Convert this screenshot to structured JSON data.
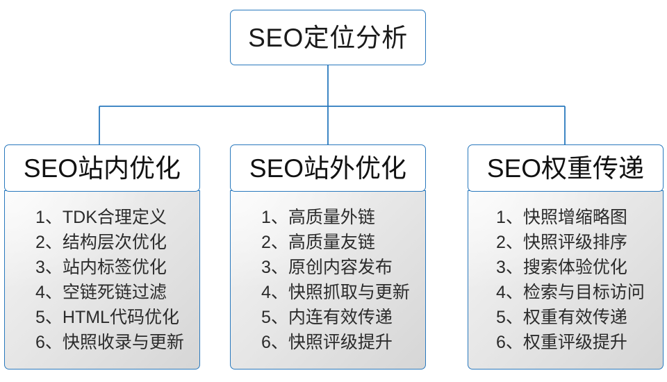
{
  "chart_data": {
    "type": "diagram",
    "diagram_kind": "org-chart",
    "title": "SEO定位分析",
    "root": {
      "label": "SEO定位分析"
    },
    "branches": [
      {
        "header": "SEO站内优化",
        "items": [
          {
            "index": "1、",
            "label": "TDK合理定义"
          },
          {
            "index": "2、",
            "label": "结构层次优化"
          },
          {
            "index": "3、",
            "label": "站内标签优化"
          },
          {
            "index": "4、",
            "label": "空链死链过滤"
          },
          {
            "index": "5、",
            "label": "HTML代码优化"
          },
          {
            "index": "6、",
            "label": "快照收录与更新"
          }
        ]
      },
      {
        "header": "SEO站外优化",
        "items": [
          {
            "index": "1、",
            "label": "高质量外链"
          },
          {
            "index": "2、",
            "label": "高质量友链"
          },
          {
            "index": "3、",
            "label": "原创内容发布"
          },
          {
            "index": "4、",
            "label": "快照抓取与更新"
          },
          {
            "index": "5、",
            "label": "内连有效传递"
          },
          {
            "index": "6、",
            "label": "快照评级提升"
          }
        ]
      },
      {
        "header": "SEO权重传递",
        "items": [
          {
            "index": "1、",
            "label": "快照增缩略图"
          },
          {
            "index": "2、",
            "label": "快照评级排序"
          },
          {
            "index": "3、",
            "label": "搜索体验优化"
          },
          {
            "index": "4、",
            "label": "检索与目标访问"
          },
          {
            "index": "5、",
            "label": "权重有效传递"
          },
          {
            "index": "6、",
            "label": "权重评级提升"
          }
        ]
      }
    ],
    "colors": {
      "border": "#2878bd",
      "connector": "#2878bd",
      "header_fill": "#ffffff",
      "body_fill_light": "#f4f4f4",
      "body_fill_dark": "#d6d6d6",
      "text": "#1a1a1a"
    }
  }
}
